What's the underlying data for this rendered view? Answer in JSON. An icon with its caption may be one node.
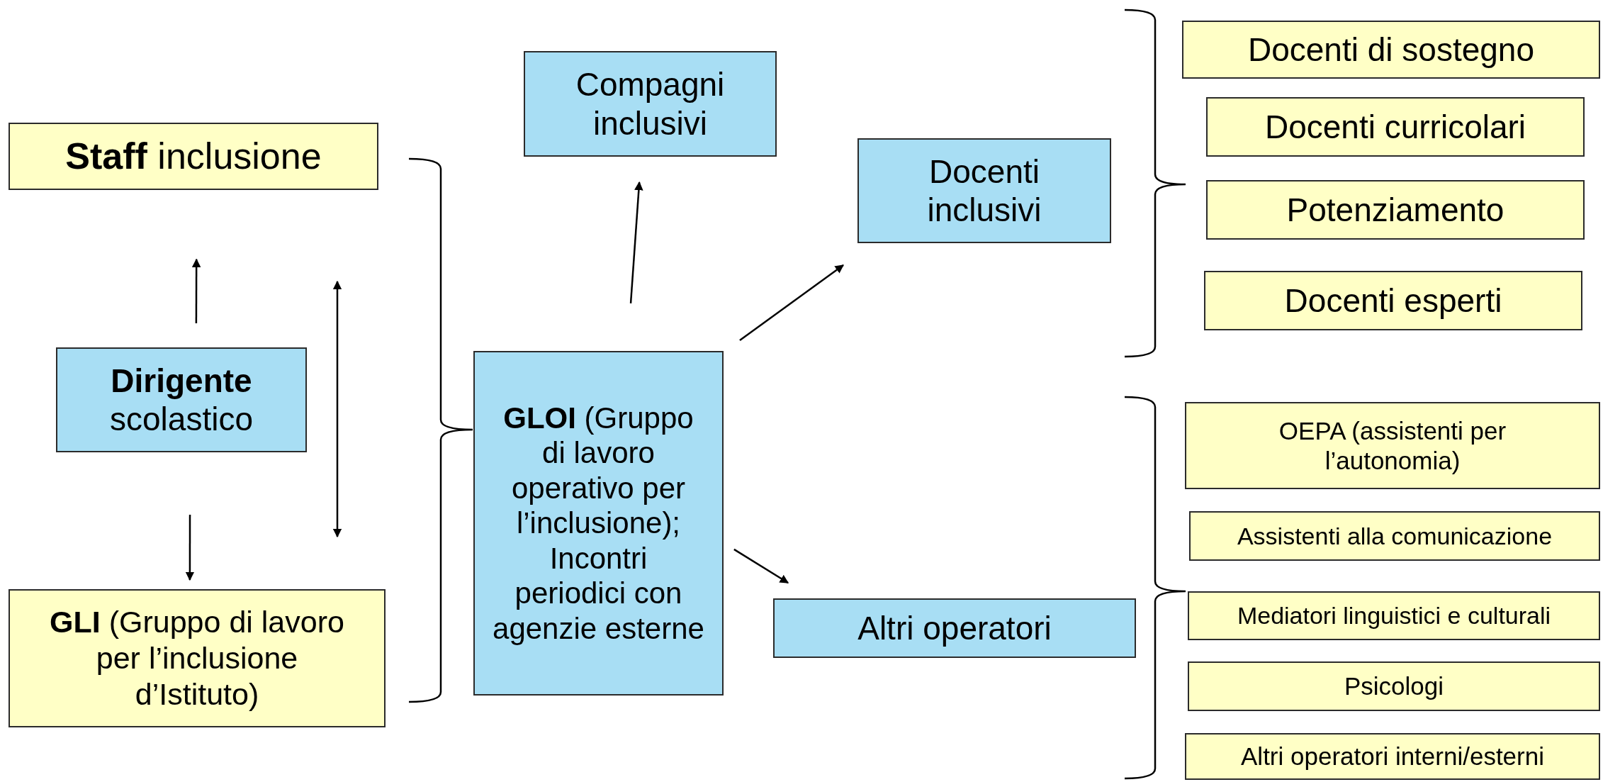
{
  "diagram": {
    "nodes": [
      {
        "text": [
          "**Staff** inclusione"
        ]
      },
      {
        "text": [
          "**Dirigente** scolastico"
        ]
      },
      {
        "text": [
          "**GLI** (Gruppo di lavoro per l’inclusione d’Istituto)"
        ]
      },
      {
        "text": [
          "Compagni inclusivi"
        ]
      },
      {
        "text": [
          "**GLOI** (Gruppo di lavoro operativo per l’inclusione); Incontri periodici con agenzie esterne"
        ]
      },
      {
        "text": [
          "Docenti inclusivi"
        ]
      },
      {
        "text": [
          "Altri operatori"
        ]
      },
      {
        "text": [
          "Docenti di sostegno"
        ]
      },
      {
        "text": [
          "Docenti curricolari"
        ]
      },
      {
        "text": [
          "Potenziamento"
        ]
      },
      {
        "text": [
          "Docenti esperti"
        ]
      },
      {
        "text": [
          "OEPA (assistenti per l’autonomia)"
        ]
      },
      {
        "text": [
          "Assistenti alla comunicazione"
        ]
      },
      {
        "text": [
          "Mediatori linguistici e culturali"
        ]
      },
      {
        "text": [
          "Psicologi"
        ]
      },
      {
        "text": [
          "Altri operatori interni/esterni"
        ]
      }
    ],
    "edges": [
      {
        "from": 1,
        "to": 0,
        "arrow": "to"
      },
      {
        "from": 1,
        "to": 2,
        "arrow": "to"
      },
      {
        "from": 4,
        "to": 3,
        "arrow": "to"
      },
      {
        "from": 4,
        "to": 5,
        "arrow": "to"
      },
      {
        "from": 4,
        "to": 6,
        "arrow": "to"
      }
    ]
  }
}
